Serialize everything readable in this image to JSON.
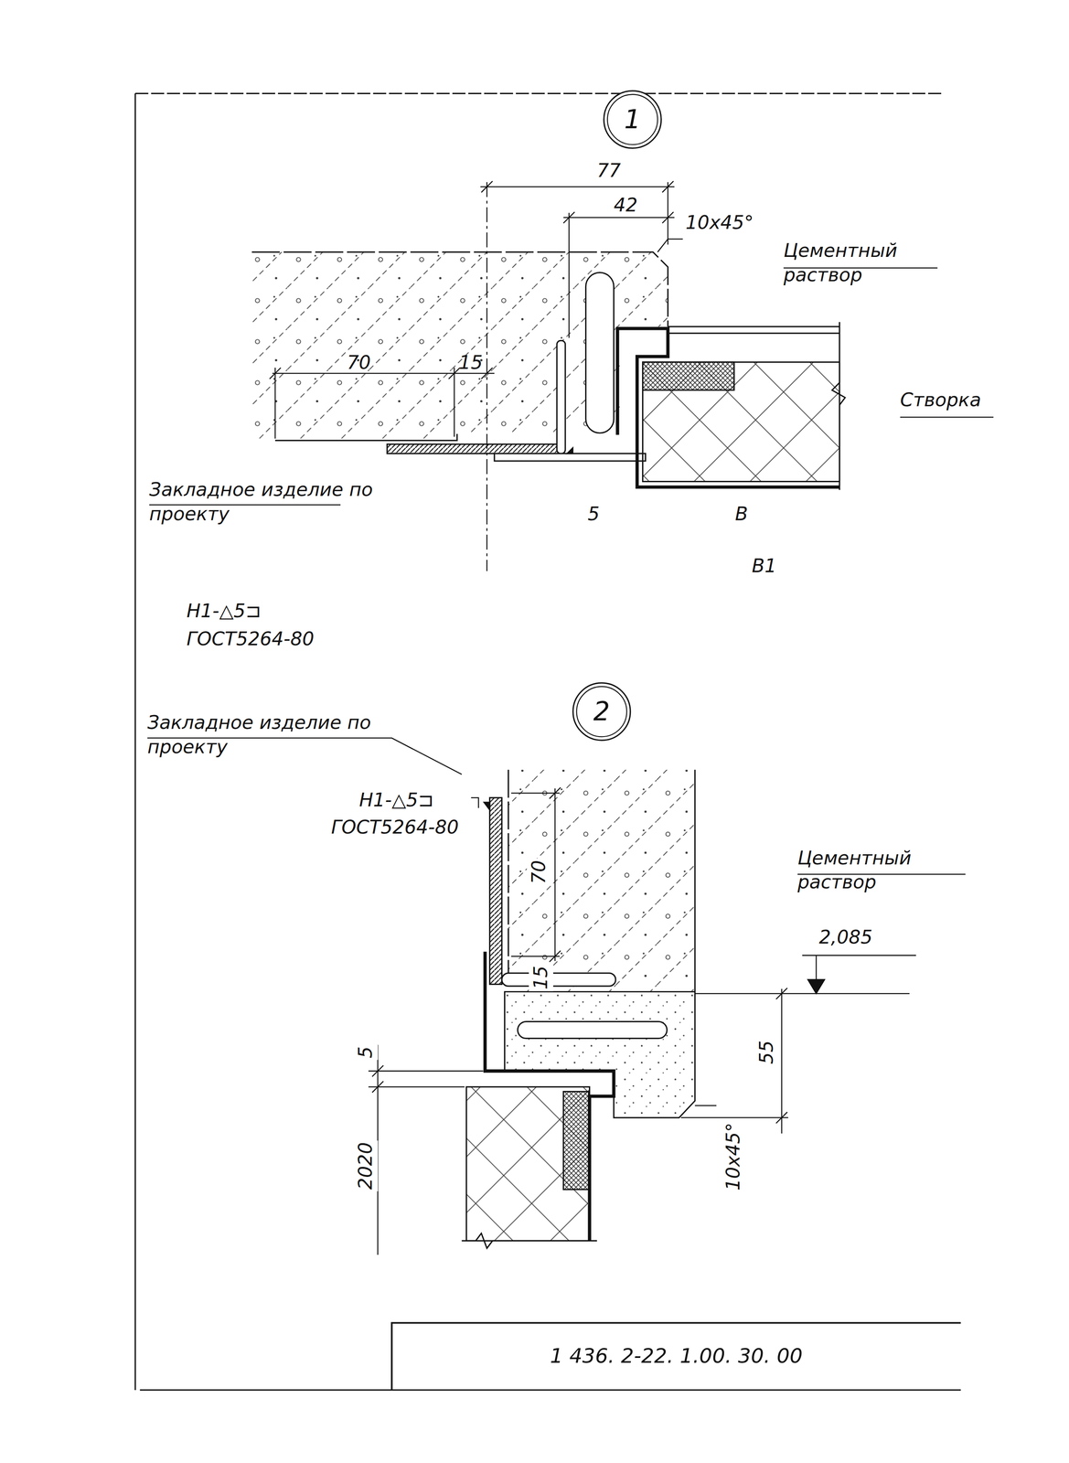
{
  "diagram": {
    "nodes": [
      {
        "text": [
          "1"
        ]
      },
      {
        "text": [
          "2"
        ]
      },
      {
        "text": [
          "1 436. 2-22. 1.00. 30. 00"
        ]
      }
    ],
    "labels": [
      "77",
      "42",
      "10x45°",
      "Цементный раствор",
      "70",
      "15",
      "Створка",
      "Закладное изделие по проекту",
      "5",
      "В",
      "В1",
      "Н1-△5⊐",
      "ГОСТ5264-80",
      "Закладное изделие по проекту",
      "Н1-△5⊐",
      "ГОСТ5264-80",
      "70",
      "15",
      "Цементный раствор",
      "2,085",
      "5",
      "55",
      "2020",
      "10x45°"
    ]
  }
}
